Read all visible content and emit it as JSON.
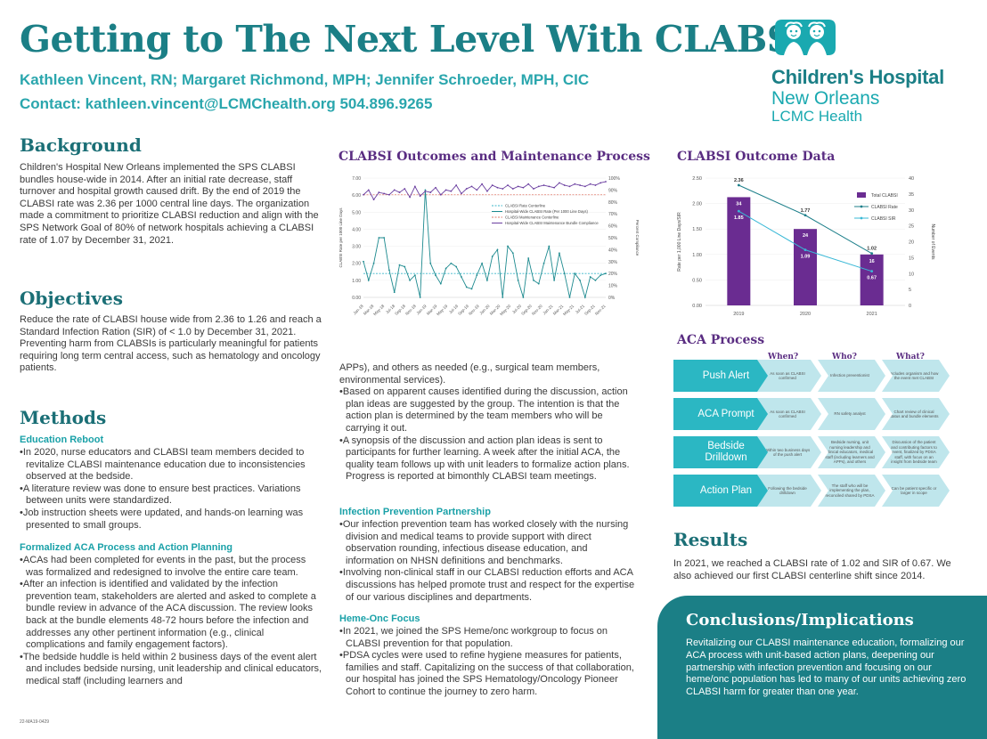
{
  "header": {
    "title": "Getting to The Next Level With CLABSI",
    "authors": "Kathleen Vincent, RN; Margaret Richmond, MPH; Jennifer Schroeder, MPH, CIC",
    "contact": "Contact: kathleen.vincent@LCMChealth.org 504.896.9265"
  },
  "logo": {
    "name": "Children's Hospital",
    "sub1": "New Orleans",
    "sub2": "LCMC Health",
    "colors": {
      "teal": "#1aa9b0",
      "dark": "#1b7f86"
    }
  },
  "background": {
    "heading": "Background",
    "text": "Children's Hospital New Orleans implemented the SPS CLABSI bundles house-wide in 2014. After an initial rate decrease, staff turnover and hospital growth caused drift. By the end of 2019 the CLABSI rate was 2.36 per 1000 central line days. The organization made a commitment to prioritize CLABSI reduction and align with the SPS Network Goal of 80% of network hospitals achieving a CLABSI rate of 1.07 by December 31, 2021."
  },
  "objectives": {
    "heading": "Objectives",
    "text": "Reduce the rate of CLABSI house wide from 2.36 to 1.26 and reach a Standard Infection Ration (SIR) of < 1.0 by December 31, 2021. Preventing harm from CLABSIs is particularly meaningful for patients requiring long term central access, such as hematology and oncology patients."
  },
  "methods": {
    "heading": "Methods",
    "education_title": "Education Reboot",
    "education": [
      "In 2020, nurse educators and CLABSI team members decided to revitalize CLABSI maintenance education due to inconsistencies observed at the bedside.",
      "A literature review was done to ensure best practices. Variations between units were standardized.",
      "Job instruction sheets were updated, and hands-on learning was presented to small groups."
    ],
    "aca_title": "Formalized ACA Process and Action Planning",
    "aca": [
      "ACAs had been completed for events in the past, but the process was formalized and redesigned to involve the entire care team.",
      "After an infection is identified and validated by the infection prevention team, stakeholders are alerted and asked to complete a bundle review in advance of the ACA discussion. The review looks back at the bundle elements 48-72 hours before the infection and addresses any other pertinent information (e.g., clinical complications and family engagement factors).",
      "The bedside huddle is held within 2 business days of the event alert and includes bedside nursing, unit leadership and clinical educators, medical staff (including learners and"
    ],
    "aca_continued": "APPs), and others as needed (e.g., surgical team members, environmental services).",
    "aca2": [
      "Based on apparent causes identified during the discussion, action plan ideas are suggested by the group. The intention is that the action plan is determined by the team members who will be carrying it out.",
      "A synopsis of the discussion and action plan ideas is sent to participants for further learning. A week after the initial ACA, the quality team follows up with unit leaders to formalize action plans. Progress is reported at bimonthly CLABSI team meetings."
    ],
    "ip_title": "Infection Prevention Partnership",
    "ip": [
      "Our infection prevention team has worked closely with the nursing division and medical teams to provide support with direct observation rounding, infectious disease education, and information on NHSN definitions and benchmarks.",
      "Involving non-clinical staff in our CLABSI reduction efforts and ACA discussions has helped promote trust and respect for the expertise of our various disciplines and departments."
    ],
    "heme_title": "Heme-Onc Focus",
    "heme": [
      "In 2021, we joined the SPS Heme/onc workgroup to focus on CLABSI prevention for that population.",
      "PDSA cycles were used to refine hygiene measures for patients, families and staff. Capitalizing on the success of that collaboration, our hospital has joined the SPS Hematology/Oncology Pioneer Cohort to continue the journey to zero harm."
    ]
  },
  "outcomes_chart_heading": "CLABSI Outcomes and Maintenance Process",
  "outcome_data_heading": "CLABSI Outcome Data",
  "chart_data": [
    {
      "type": "line",
      "ylabel": "CLABSI Rate per 1000 Line Days",
      "y2label": "Percent Compliance",
      "ylim": [
        0,
        7
      ],
      "yticks": [
        "0.00",
        "1.00",
        "2.00",
        "3.00",
        "4.00",
        "5.00",
        "6.00",
        "7.00"
      ],
      "y2lim": [
        0,
        100
      ],
      "y2ticks": [
        "0%",
        "10%",
        "20%",
        "30%",
        "40%",
        "50%",
        "60%",
        "70%",
        "80%",
        "90%",
        "100%"
      ],
      "x_ticks": [
        "Jan-18",
        "Mar-18",
        "May-18",
        "Jul-18",
        "Sep-18",
        "Nov-18",
        "Jan-19",
        "Mar-19",
        "May-19",
        "Jul-19",
        "Sep-19",
        "Nov-19",
        "Jan-20",
        "Mar-20",
        "May-20",
        "Jul-20",
        "Sep-20",
        "Nov-20",
        "Jan-21",
        "Mar-21",
        "May-21",
        "Jul-21",
        "Sep-21",
        "Nov-21"
      ],
      "legend": [
        {
          "name": "CLABSI Rate Centerline",
          "color": "#3bb7c9",
          "dash": true
        },
        {
          "name": "Hospital-Wide CLABSI Rate (Per 1000 Line Days)",
          "color": "#1d8a8f",
          "dash": false
        },
        {
          "name": "CLABSI Maintenance Centerline",
          "color": "#e07a6a",
          "dash": true
        },
        {
          "name": "Hospital-Wide CLABSI Maintenance Bundle Compliance",
          "color": "#6b3fa0",
          "dash": false
        }
      ],
      "legend_position": "right",
      "rate_centerline": 1.4,
      "compliance_centerline": 86,
      "rate": [
        2.1,
        1.0,
        2.0,
        3.5,
        3.5,
        1.6,
        0.3,
        1.9,
        1.8,
        1.0,
        1.3,
        0.0,
        6.3,
        2.0,
        1.3,
        0.8,
        1.7,
        2.0,
        1.8,
        1.2,
        0.6,
        0.5,
        1.3,
        2.0,
        1.0,
        2.4,
        2.8,
        0.0,
        3.0,
        2.6,
        1.0,
        0.0,
        2.3,
        1.0,
        0.8,
        2.0,
        3.0,
        1.0,
        2.6,
        1.4,
        0.0,
        1.4,
        1.0,
        0.0,
        1.2,
        1.0,
        1.3,
        1.4
      ],
      "compliance": [
        86,
        90,
        82,
        88,
        87,
        86,
        90,
        88,
        91,
        84,
        93,
        85,
        89,
        88,
        92,
        86,
        90,
        89,
        94,
        87,
        91,
        93,
        90,
        95,
        89,
        94,
        92,
        91,
        94,
        91,
        93,
        92,
        95,
        91,
        93,
        94,
        93,
        92,
        96,
        94,
        93,
        95,
        94,
        93,
        95,
        94,
        96,
        97
      ]
    },
    {
      "type": "bar",
      "categories": [
        "2019",
        "2020",
        "2021"
      ],
      "ylabel": "Rate per 1,000 Line Days/SIR",
      "y2label": "Number of Events",
      "ylim": [
        0,
        2.5
      ],
      "yticks": [
        "0.00",
        "0.50",
        "1.00",
        "1.50",
        "2.00",
        "2.50"
      ],
      "y2lim": [
        0,
        40
      ],
      "y2ticks": [
        "0",
        "5",
        "10",
        "15",
        "20",
        "25",
        "30",
        "35",
        "40"
      ],
      "series": [
        {
          "name": "Total CLABSI",
          "type": "bar",
          "axis": "right",
          "values": [
            34,
            24,
            16
          ],
          "labels": [
            "34",
            "24",
            "16"
          ],
          "color": "#6a2c91"
        },
        {
          "name": "CLABSI Rate",
          "type": "line",
          "axis": "left",
          "values": [
            2.36,
            1.77,
            1.02
          ],
          "labels": [
            "2.36",
            "1.77",
            "1.02"
          ],
          "color": "#1d7f8a"
        },
        {
          "name": "CLABSI SIR",
          "type": "line",
          "axis": "left",
          "values": [
            1.85,
            1.09,
            0.67
          ],
          "labels": [
            "1.85",
            "1.09",
            "0.67"
          ],
          "color": "#39b8d6"
        }
      ],
      "legend_position": "right"
    }
  ],
  "aca_process": {
    "heading": "ACA Process",
    "col_headers": [
      "When?",
      "Who?",
      "What?"
    ],
    "rows": [
      {
        "label": "Push Alert",
        "cells": [
          "As soon as CLABSI confirmed",
          "Infection preventionist",
          "Includes organism and how the event met CLABSI"
        ]
      },
      {
        "label": "ACA Prompt",
        "cells": [
          "As soon as CLABSI confirmed",
          "RN safety analyst",
          "Chart review of clinical status and bundle elements"
        ]
      },
      {
        "label": "Bedside Drilldown",
        "cells": [
          "Within two business days of the push alert",
          "Bedside nursing, unit nursing leadership and clinical educators, medical staff (including learners and APPs), and others",
          "Discussion of the patient and contributing factors to event, finalized by PDSA staff, with focus on an insight from bedside team"
        ]
      },
      {
        "label": "Action Plan",
        "cells": [
          "Following the bedside drilldown",
          "The staff who will be implementing the plan, reconciled shared by PDSA",
          "Can be patient specific or larger in scope"
        ]
      }
    ],
    "colors": {
      "dark": "#2bb7c3",
      "light": "#bfe6ec"
    }
  },
  "results": {
    "heading": "Results",
    "text": "In 2021, we reached a CLABSI rate of 1.02 and SIR of 0.67. We also achieved our first CLABSI centerline shift since 2014."
  },
  "conclusions": {
    "heading": "Conclusions/Implications",
    "text": "Revitalizing our CLABSI maintenance education, formalizing our ACA process with unit-based action plans, deepening our partnership with infection prevention and focusing on our heme/onc population has led to many of our units achieving zero CLABSI harm for greater than one year."
  },
  "footnote": "22-MA19-0429"
}
